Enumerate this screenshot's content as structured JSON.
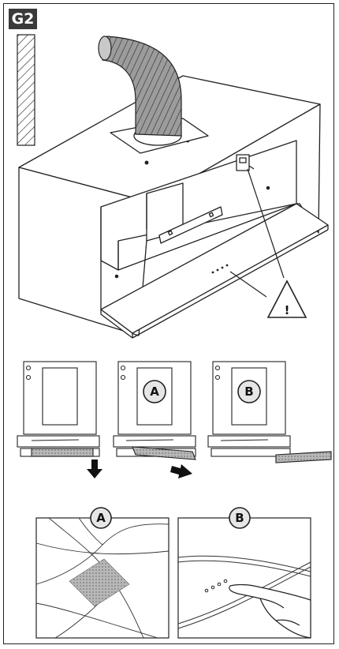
{
  "figure": {
    "badge": "G2",
    "callout_a": "A",
    "callout_b": "B",
    "warning_symbol": "!"
  },
  "colors": {
    "line": "#222222",
    "badge_bg": "#3a3a3a",
    "filter_shade": "#9a9a9a",
    "duct": "#8a8a8a"
  }
}
